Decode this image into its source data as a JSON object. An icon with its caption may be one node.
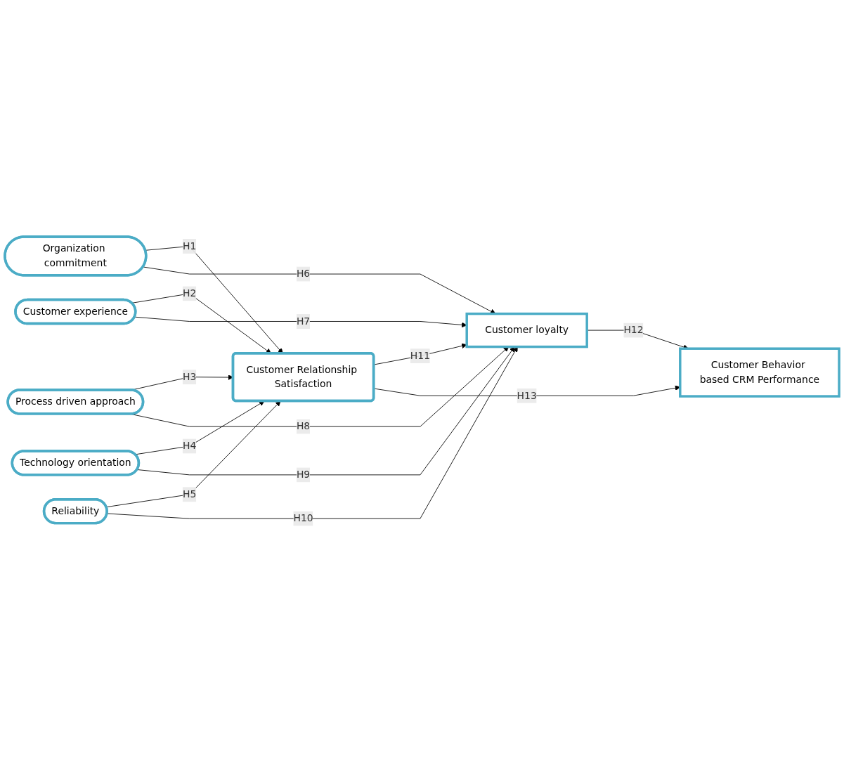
{
  "diagram": {
    "nodes": [
      {
        "text": [
          "Organization commitment"
        ]
      },
      {
        "text": [
          "Customer experience"
        ]
      },
      {
        "text": [
          "Process driven approach"
        ]
      },
      {
        "text": [
          "Technology orientation"
        ]
      },
      {
        "text": [
          "Reliability"
        ]
      },
      {
        "text": [
          "Customer Relationship Satisfaction"
        ]
      },
      {
        "text": [
          "Customer loyalty"
        ]
      },
      {
        "text": [
          "Customer Behavior based CRM Performance"
        ]
      }
    ],
    "edges": [
      {
        "from": 0,
        "to": 5,
        "arrow": "to",
        "label": "H1"
      },
      {
        "from": 1,
        "to": 5,
        "arrow": "to",
        "label": "H2"
      },
      {
        "from": 2,
        "to": 5,
        "arrow": "to",
        "label": "H3"
      },
      {
        "from": 3,
        "to": 5,
        "arrow": "to",
        "label": "H4"
      },
      {
        "from": 4,
        "to": 5,
        "arrow": "to",
        "label": "H5"
      },
      {
        "from": 0,
        "to": 6,
        "arrow": "to",
        "label": "H6"
      },
      {
        "from": 1,
        "to": 6,
        "arrow": "to",
        "label": "H7"
      },
      {
        "from": 2,
        "to": 6,
        "arrow": "to",
        "label": "H8"
      },
      {
        "from": 3,
        "to": 6,
        "arrow": "to",
        "label": "H9"
      },
      {
        "from": 4,
        "to": 6,
        "arrow": "to",
        "label": "H10"
      },
      {
        "from": 5,
        "to": 6,
        "arrow": "to",
        "label": "H11"
      },
      {
        "from": 6,
        "to": 7,
        "arrow": "to",
        "label": "H12"
      },
      {
        "from": 5,
        "to": 7,
        "arrow": "to",
        "label": "H13"
      }
    ]
  }
}
